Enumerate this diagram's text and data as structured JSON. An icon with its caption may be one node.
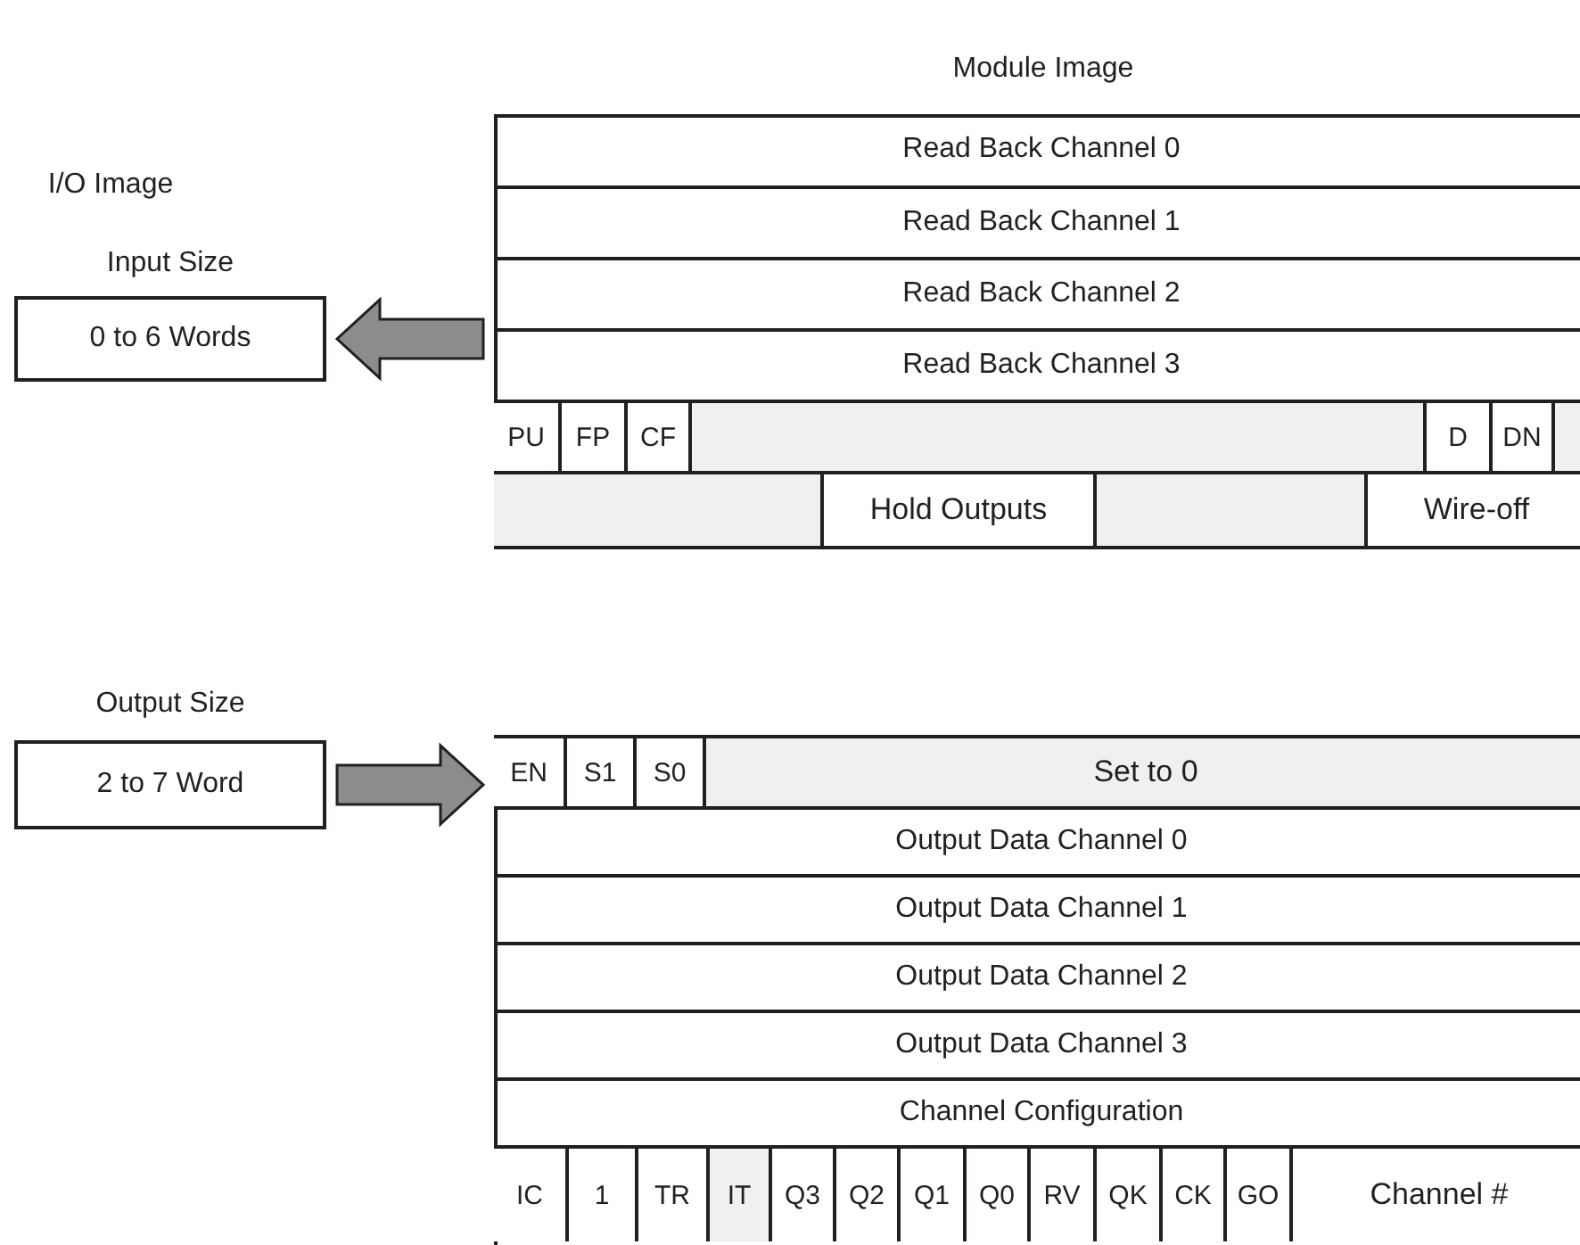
{
  "diagram": {
    "title": "Module Image",
    "nodes": [
      {
        "text": [
          "Input Size",
          "0 to 6 Words"
        ]
      },
      {
        "text": [],
        "shape": "box"
      },
      {
        "text": [
          "Read Back Channel 0"
        ],
        "in": 1
      },
      {
        "text": [
          "Read Back Channel 1"
        ],
        "in": 1
      },
      {
        "text": [
          "Read Back Channel 2"
        ],
        "in": 1
      },
      {
        "text": [
          "Read Back Channel 3"
        ],
        "in": 1
      },
      {
        "text": [
          "Output Size",
          "2 to 7 Word"
        ]
      },
      {
        "text": [],
        "shape": "box"
      },
      {
        "text": [
          "Output Data Channel 0"
        ],
        "in": 7
      },
      {
        "text": [
          "Output Data Channel 1"
        ],
        "in": 7
      },
      {
        "text": [
          "Output Data Channel 2"
        ],
        "in": 7
      },
      {
        "text": [
          "Output Data Channel 3"
        ],
        "in": 7
      },
      {
        "text": [
          "Channel Configuration"
        ],
        "in": 7
      }
    ],
    "edges": [
      {
        "from": 1,
        "to": 0,
        "arrow": "to"
      },
      {
        "from": 6,
        "to": 7,
        "arrow": "to"
      }
    ],
    "labels": [
      "I/O Image",
      "PU",
      "FP",
      "CF",
      "D",
      "DN",
      "Hold Outputs",
      "Wire-off",
      "EN",
      "S1",
      "S0",
      "Set to 0",
      "IC",
      "1",
      "TR",
      "IT",
      "Q3",
      "Q2",
      "Q1",
      "Q0",
      "RV",
      "QK",
      "CK",
      "GO",
      "Channel #"
    ]
  }
}
